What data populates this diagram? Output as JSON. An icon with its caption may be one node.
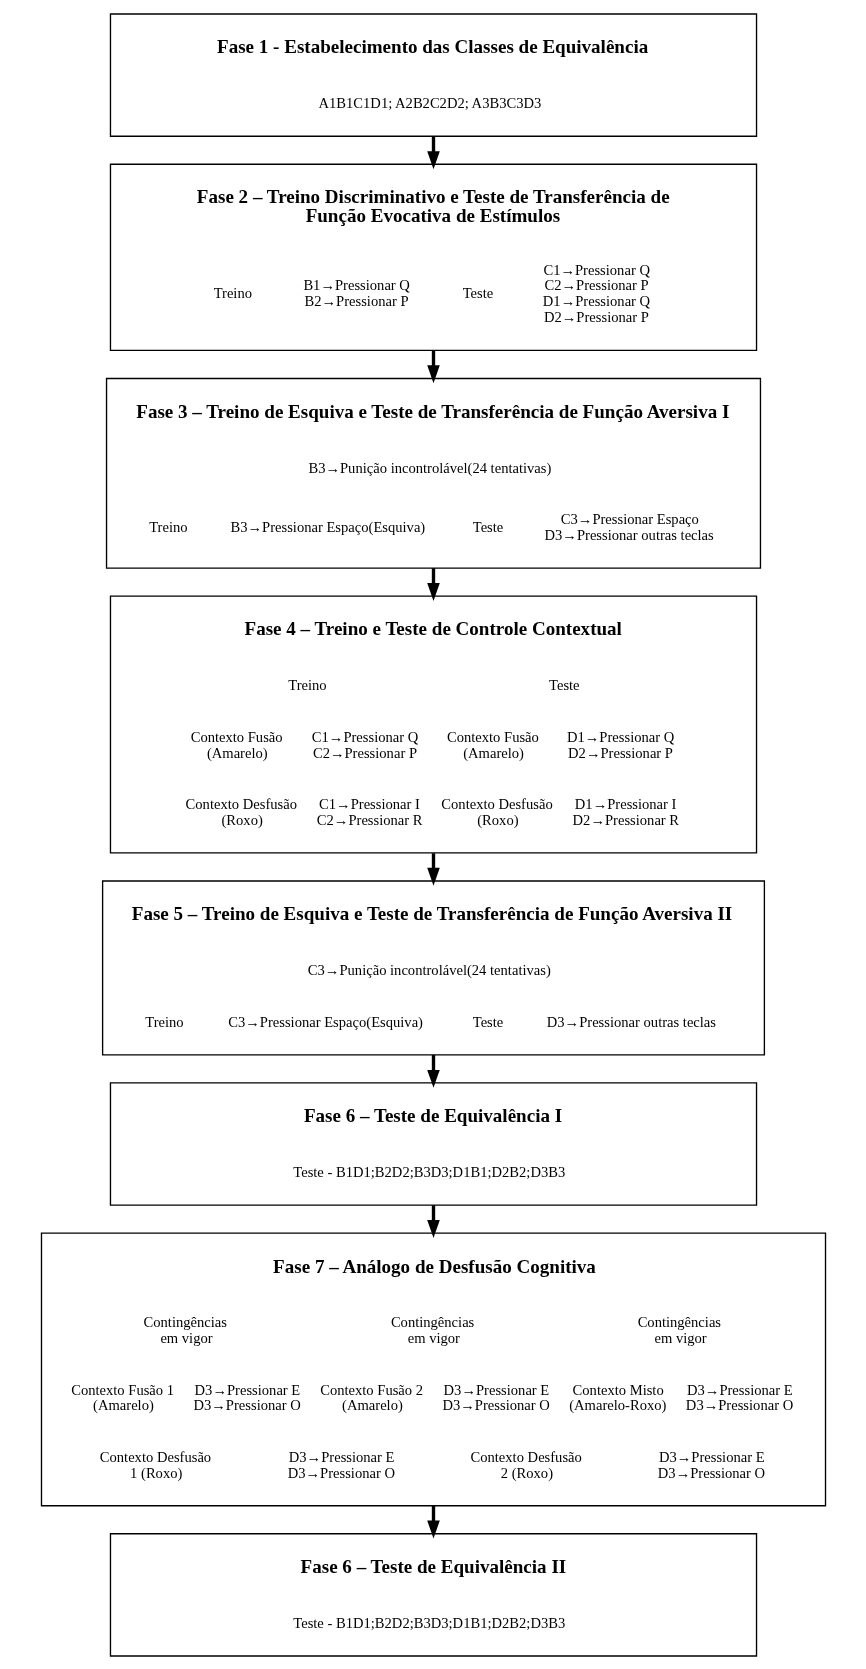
{
  "diagram": {
    "nodes": [
      {
        "text": [
          "Fase 1 - Estabelecimento das Classes de Equivalência",
          "A1B1C1D1; A2B2C2D2; A3B3C3D3"
        ]
      },
      {
        "text": [
          "Fase 2 – Treino Discriminativo e Teste de Transferência de Função Evocativa de Estímulos",
          "Treino",
          "B1→Pressionar Q",
          "B2→Pressionar P",
          "Teste",
          "C1→Pressionar Q",
          "C2→Pressionar P",
          "D1→Pressionar Q",
          "D2→Pressionar P"
        ]
      },
      {
        "text": [
          "Fase 3 – Treino de Esquiva e Teste de Transferência de Função Aversiva I",
          "B3→Punição incontrolável(24 tentativas)",
          "Treino",
          "B3→Pressionar Espaço(Esquiva)",
          "Teste",
          "C3→Pressionar Espaço",
          "D3→Pressionar outras teclas"
        ]
      },
      {
        "text": [
          "Fase 4 – Treino e Teste de Controle Contextual",
          "Treino",
          "Teste",
          "Contexto Fusão (Amarelo)",
          "C1→Pressionar Q",
          "C2→Pressionar P",
          "Contexto Fusão (Amarelo)",
          "D1→Pressionar Q",
          "D2→Pressionar P",
          "Contexto Desfusão (Roxo)",
          "C1→Pressionar I",
          "C2→Pressionar R",
          "Contexto Desfusão (Roxo)",
          "D1→Pressionar I",
          "D2→Pressionar R"
        ]
      },
      {
        "text": [
          "Fase 5 – Treino de Esquiva e Teste de Transferência de Função Aversiva II",
          "C3→Punição incontrolável(24 tentativas)",
          "Treino",
          "C3→Pressionar Espaço(Esquiva)",
          "Teste",
          "D3→Pressionar outras teclas"
        ]
      },
      {
        "text": [
          "Fase 6 – Teste de Equivalência I",
          "Teste - B1D1;B2D2;B3D3;D1B1;D2B2;D3B3"
        ]
      },
      {
        "text": [
          "Fase 7 – Análogo de Desfusão Cognitiva",
          "Contingências em vigor",
          "Contingências em vigor",
          "Contingências em vigor",
          "Contexto Fusão 1 (Amarelo)",
          "D3→Pressionar E",
          "D3→Pressionar O",
          "Contexto Fusão 2 (Amarelo)",
          "D3→Pressionar E",
          "D3→Pressionar O",
          "Contexto Misto (Amarelo-Roxo)",
          "D3→Pressionar E",
          "D3→Pressionar O",
          "Contexto Desfusão 1 (Roxo)",
          "D3→Pressionar E",
          "D3→Pressionar O",
          "Contexto Desfusão 2 (Roxo)",
          "D3→Pressionar E",
          "D3→Pressionar O"
        ]
      },
      {
        "text": [
          "Fase 6 – Teste de Equivalência II",
          "Teste - B1D1;B2D2;B3D3;D1B1;D2B2;D3B3"
        ]
      }
    ],
    "edges": [
      {
        "from": 0,
        "to": 1,
        "arrow": "to"
      },
      {
        "from": 1,
        "to": 2,
        "arrow": "to"
      },
      {
        "from": 2,
        "to": 3,
        "arrow": "to"
      },
      {
        "from": 3,
        "to": 4,
        "arrow": "to"
      },
      {
        "from": 4,
        "to": 5,
        "arrow": "to"
      },
      {
        "from": 5,
        "to": 6,
        "arrow": "to"
      },
      {
        "from": 6,
        "to": 7,
        "arrow": "to"
      }
    ]
  }
}
